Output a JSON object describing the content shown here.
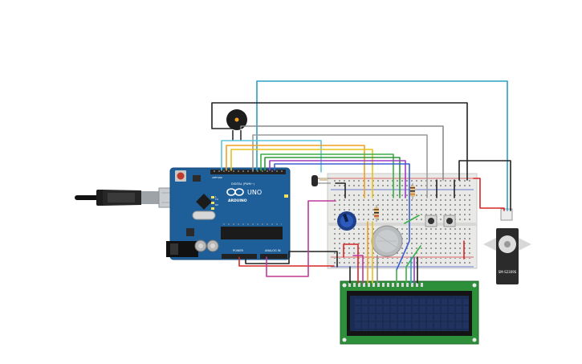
{
  "arduino": {
    "brand_label": "ARDUINO",
    "model_label": "UNO",
    "digital_label": "DIGITAL (PWM~)",
    "power_label": "POWER",
    "analog_label": "ANALOG IN",
    "tx_label": "TX",
    "rx_label": "RX",
    "led_label": "L",
    "aref_label": "AREF",
    "gnd_label": "GND"
  },
  "servo": {
    "model_label": "SM-S2309S"
  },
  "colors": {
    "board_blue": "#1f5f99",
    "breadboard": "#e8e8e6",
    "lcd_pcb": "#2d8f3a",
    "lcd_screen": "#1a2c52",
    "wire_red": "#d92626",
    "wire_black": "#222222",
    "wire_cyan": "#2a9fc4",
    "wire_orange": "#f0a020",
    "wire_yellow": "#e6c21a",
    "wire_green": "#3cb043",
    "wire_purple": "#9b3fc0",
    "wire_magenta": "#c0399a",
    "wire_gray": "#8a8a8a",
    "wire_blue": "#3a5fd0"
  },
  "components": {
    "usb_cable": "usb-cable",
    "piezo": "piezo-buzzer",
    "potentiometer": "potentiometer",
    "gas_sensor": "gas-sensor",
    "pushbuttons": "pushbuttons",
    "resistors": "resistors",
    "photoresistor": "photoresistor",
    "lcd": "lcd-16x2",
    "servo": "micro-servo"
  }
}
